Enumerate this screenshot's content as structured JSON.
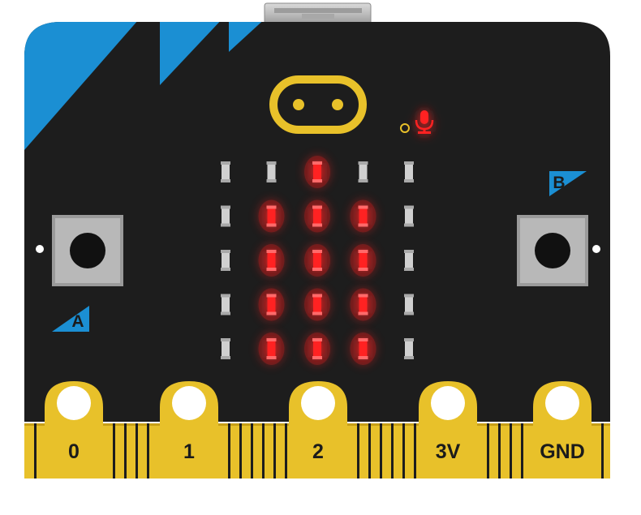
{
  "board": {
    "name": "micro:bit",
    "colors": {
      "body": "#1d1d1d",
      "accent_blue": "#1b8fd3",
      "gold": "#e8c12a",
      "gold_dark": "#c89f16",
      "led_on": "#ff2424",
      "led_off": "#d0d0d0",
      "button_body": "#b8b8b8"
    }
  },
  "buttons": [
    {
      "id": "a",
      "label": "A"
    },
    {
      "id": "b",
      "label": "B"
    }
  ],
  "pins": [
    {
      "id": "0",
      "label": "0"
    },
    {
      "id": "1",
      "label": "1"
    },
    {
      "id": "2",
      "label": "2"
    },
    {
      "id": "3v",
      "label": "3V"
    },
    {
      "id": "gnd",
      "label": "GND"
    }
  ],
  "led_matrix": {
    "rows": [
      [
        0,
        0,
        1,
        0,
        0
      ],
      [
        0,
        1,
        1,
        1,
        0
      ],
      [
        0,
        1,
        1,
        1,
        0
      ],
      [
        0,
        1,
        1,
        1,
        0
      ],
      [
        0,
        1,
        1,
        1,
        0
      ]
    ]
  },
  "icons": {
    "logo": "touch-logo-icon",
    "microphone": "microphone-icon",
    "usb": "usb-connector-icon"
  }
}
